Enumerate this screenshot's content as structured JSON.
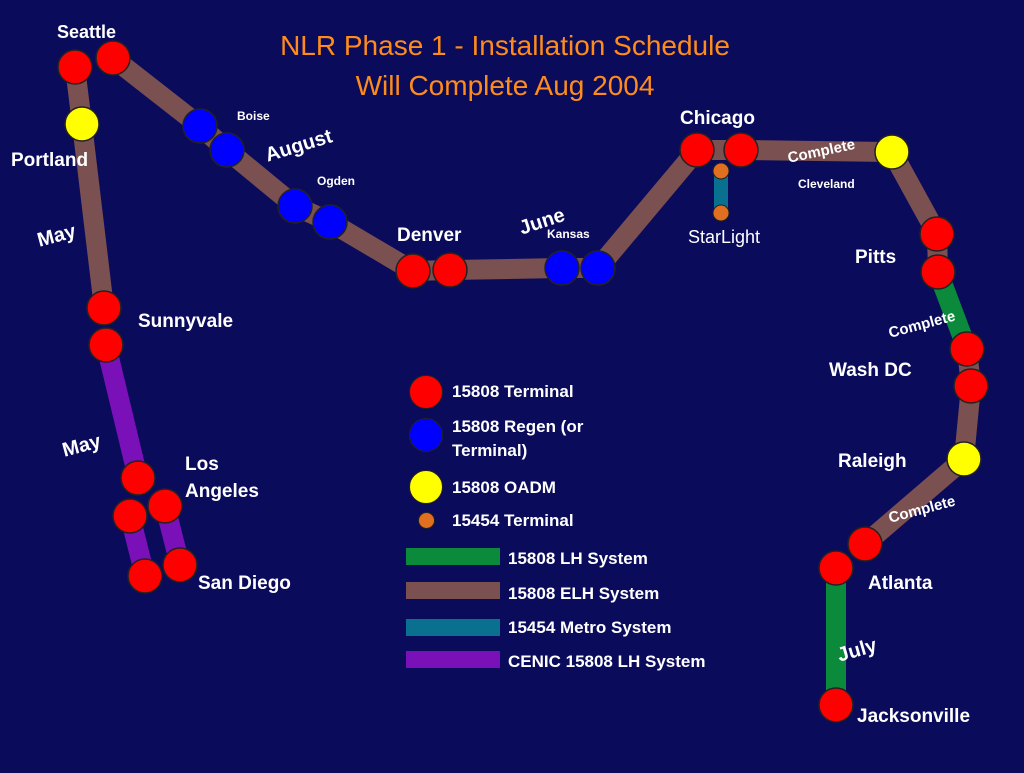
{
  "title": {
    "line1": "NLR Phase 1 - Installation Schedule",
    "line2": "Will Complete Aug 2004"
  },
  "cities": {
    "seattle": "Seattle",
    "portland": "Portland",
    "sunnyvale": "Sunnyvale",
    "los_angeles_1": "Los",
    "los_angeles_2": "Angeles",
    "san_diego": "San Diego",
    "boise": "Boise",
    "ogden": "Ogden",
    "denver": "Denver",
    "kansas": "Kansas",
    "chicago": "Chicago",
    "starlight": "StarLight",
    "cleveland": "Cleveland",
    "pitts": "Pitts",
    "wash_dc": "Wash DC",
    "raleigh": "Raleigh",
    "atlanta": "Atlanta",
    "jacksonville": "Jacksonville"
  },
  "months": {
    "august": "August",
    "may_1": "May",
    "may_2": "May",
    "june": "June",
    "july": "July",
    "complete_1": "Complete",
    "complete_2": "Complete",
    "complete_3": "Complete"
  },
  "legend": {
    "terminal": "15808 Terminal",
    "regen_1": "15808 Regen (or",
    "regen_2": "Terminal)",
    "oadm": "15808 OADM",
    "t15454": "15454 Terminal",
    "lh": "15808 LH System",
    "elh": "15808 ELH System",
    "metro": "15454 Metro System",
    "cenic": "CENIC 15808 LH System"
  },
  "colors": {
    "background": "#0b0b5c",
    "title": "#ff8c1a",
    "terminal": "#ff0000",
    "regen": "#0000ff",
    "oadm": "#ffff00",
    "t15454": "#e07020",
    "lh": "#0a8a3a",
    "elh": "#7a5050",
    "metro": "#0a7090",
    "cenic": "#7a10b8"
  }
}
